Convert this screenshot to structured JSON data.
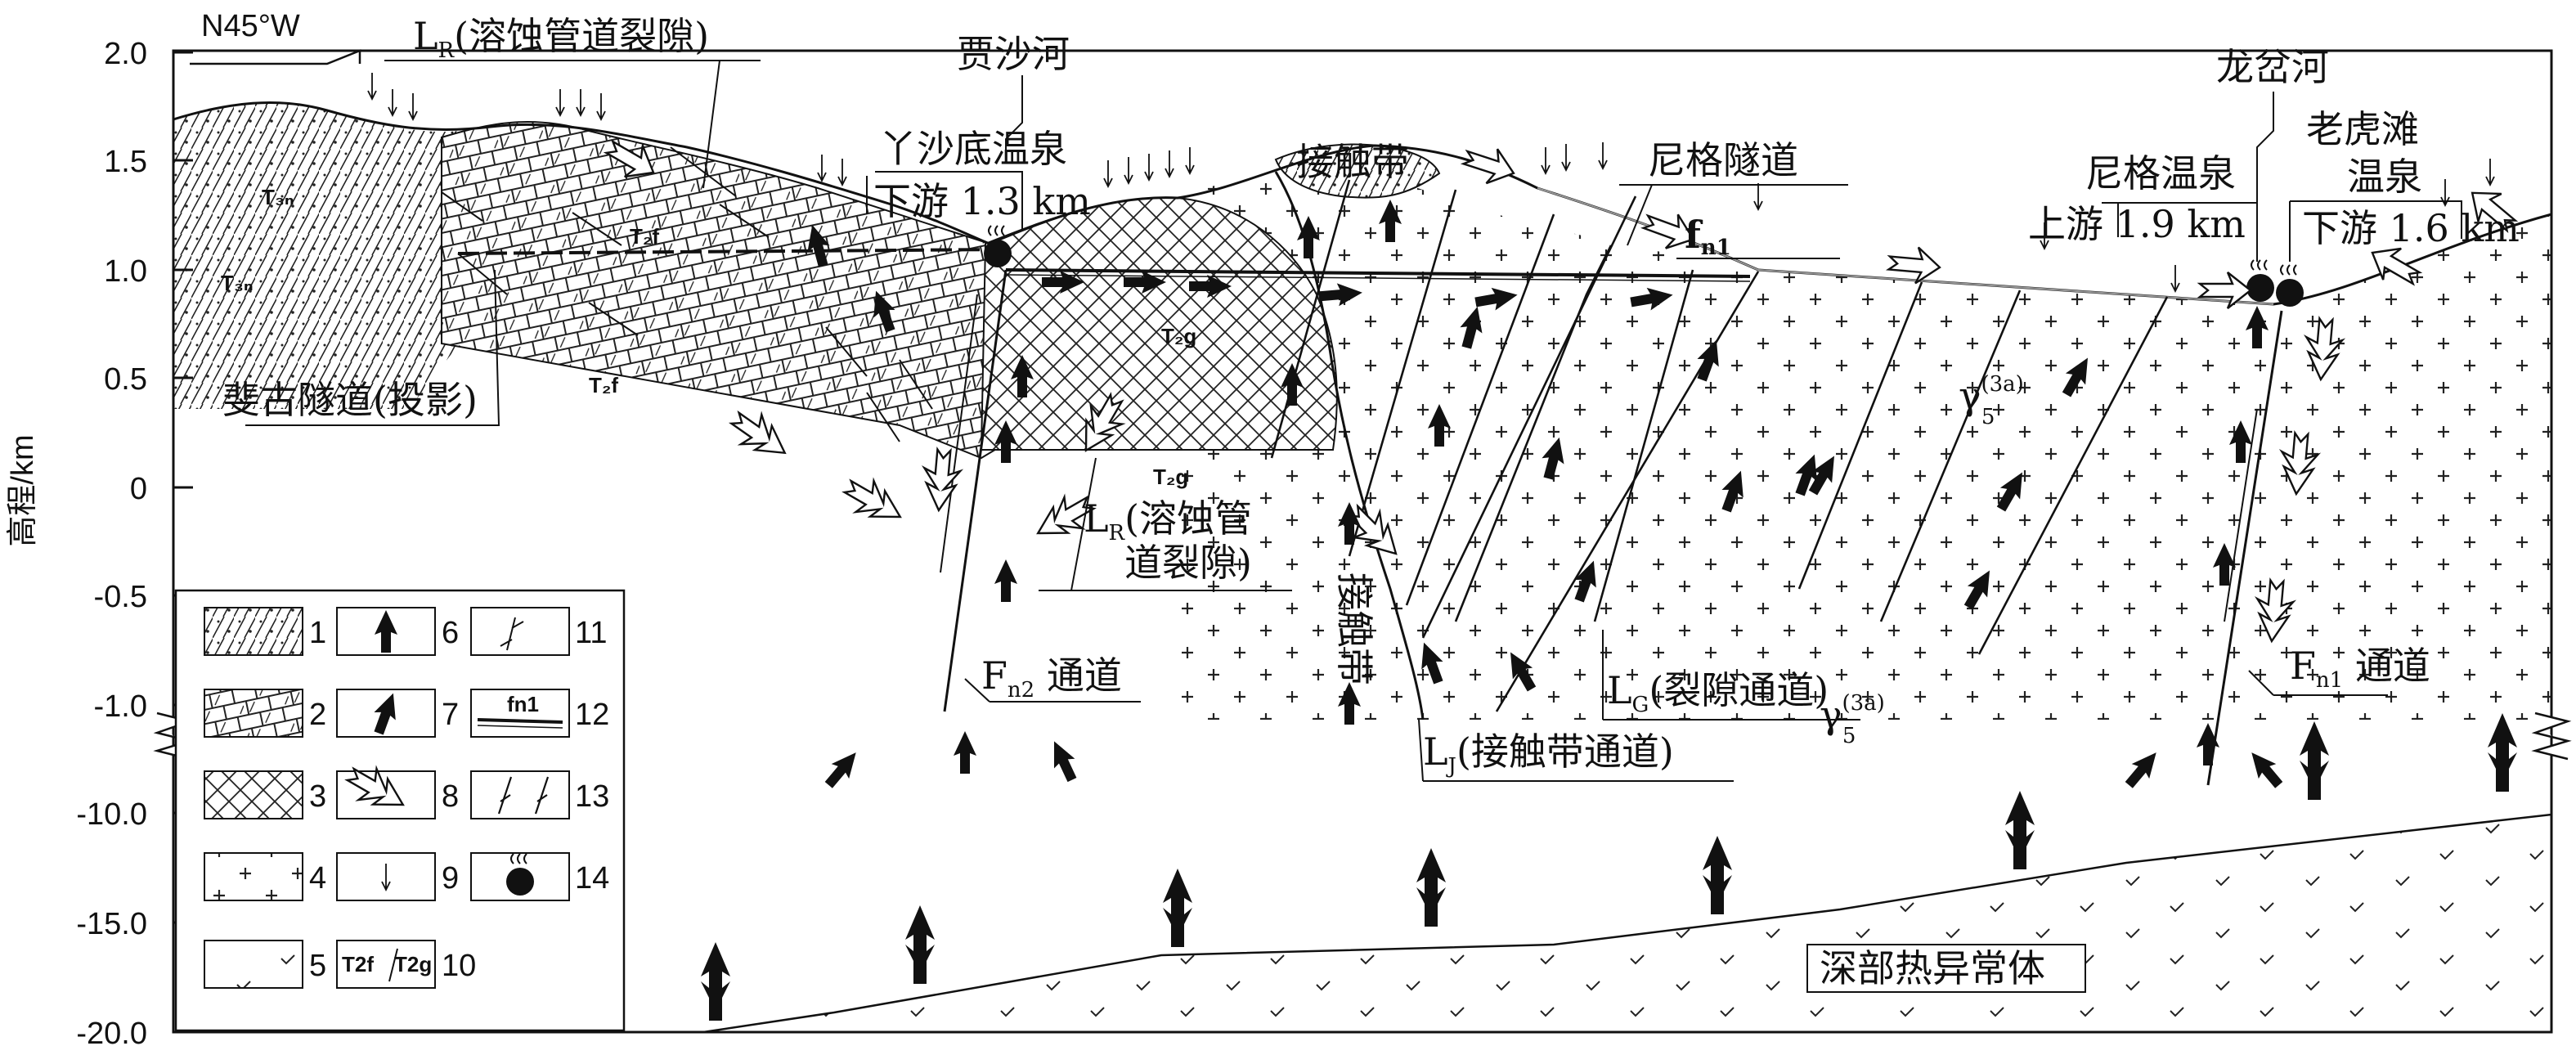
{
  "figure": {
    "y_axis_label": "高程/km",
    "y_ticks": [
      "2.0",
      "1.5",
      "1.0",
      "0.5",
      "0",
      "-0.5",
      "-1.0",
      "-10.0",
      "-15.0",
      "-20.0"
    ],
    "direction": "N45°W"
  },
  "labels": {
    "lr_top_main": "L",
    "lr_top_sub": "R",
    "lr_top_rest": "(溶蚀管道裂隙)",
    "jiashahe": "贾沙河",
    "yashadi_spring": "丫沙底温泉",
    "yashadi_dist": "下游 1.3 km",
    "jiechudai_top": "接触带",
    "nige_tunnel": "尼格隧道",
    "fn1_main": "f",
    "fn1_sub": "n1",
    "longpenhe": "龙岔河",
    "laohutan_1": "老虎滩",
    "laohutan_2": "温泉",
    "laohutan_dist": "下游 1.6 km",
    "nige_spring": "尼格温泉",
    "nige_dist": "上游 1.9 km",
    "feigu_tunnel": "斐古隧道(投影)",
    "lr_mid_main": "L",
    "lr_mid_sub": "R",
    "lr_mid_line1": "(溶蚀管",
    "lr_mid_line2": "道裂隙)",
    "jiechudai_side": "接触带",
    "fn2_main": "F",
    "fn2_sub": "n2",
    "fn2_rest": " 通道",
    "lg_main": "L",
    "lg_sub": "G",
    "lg_rest": "(裂隙通道)",
    "lj_main": "L",
    "lj_sub": "J",
    "lj_rest": "(接触带通道)",
    "fn1b_main": "F",
    "fn1b_sub": "n1",
    "fn1b_rest": " 通道",
    "gamma_1": "γ",
    "gamma_1_sup": "(3a)",
    "gamma_1_sub": "5",
    "gamma_2": "γ",
    "gamma_2_sup": "(3a)",
    "gamma_2_sub": "5",
    "deep_anomaly": "深部热异常体",
    "t3n_a": "T₃ₙ",
    "t3n_b": "T₃ₙ",
    "t2f_a": "T₂f",
    "t2f_b": "T₂f",
    "t2g_a": "T₂g",
    "t2g_b": "T₂g"
  },
  "legend": {
    "numbers": [
      "1",
      "2",
      "3",
      "4",
      "5",
      "6",
      "7",
      "8",
      "9",
      "10",
      "11",
      "12",
      "13",
      "14"
    ],
    "item10_a": "T2f",
    "item10_b": "T2g",
    "item12": "fn1"
  },
  "colors": {
    "ink": "#111111",
    "paper": "#ffffff"
  }
}
